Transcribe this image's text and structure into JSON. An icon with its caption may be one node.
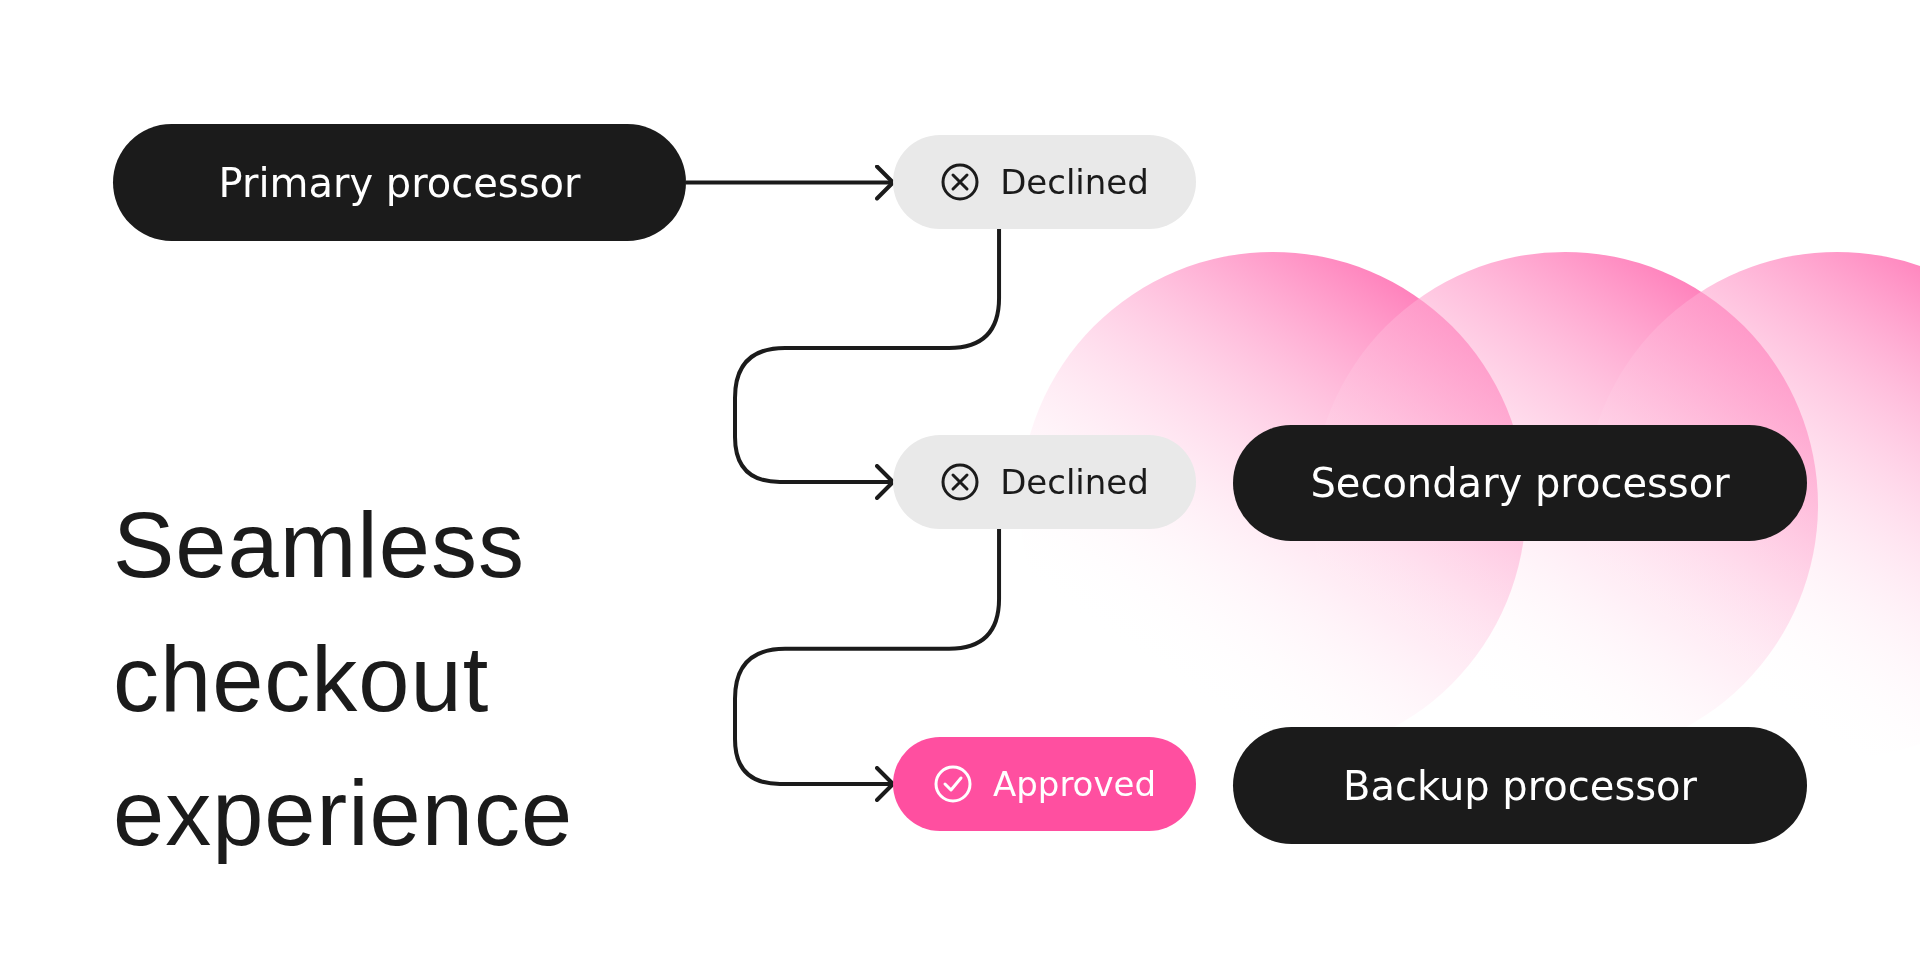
{
  "diagram": {
    "title": "Seamless checkout experience",
    "nodes": [
      {
        "text": [
          "Primary processor"
        ]
      },
      {
        "text": [
          "Declined"
        ]
      },
      {
        "text": [
          "Declined"
        ]
      },
      {
        "text": [
          "Secondary processor"
        ]
      },
      {
        "text": [
          "Approved"
        ]
      },
      {
        "text": [
          "Backup processor"
        ]
      }
    ],
    "edges": [
      {
        "from": 0,
        "to": 1,
        "arrow": "to"
      },
      {
        "from": 1,
        "to": 2,
        "arrow": "to"
      },
      {
        "from": 2,
        "to": 4,
        "arrow": "to"
      }
    ]
  }
}
